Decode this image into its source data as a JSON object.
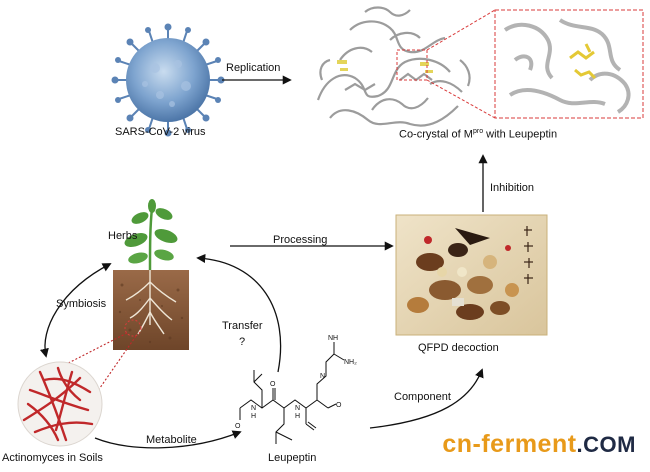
{
  "labels": {
    "virus": "SARS-CoV-2 virus",
    "replication": "Replication",
    "cocrystal_prefix": "Co-crystal of  M",
    "cocrystal_sup": "pro",
    "cocrystal_suffix": " with Leupeptin",
    "inhibition": "Inhibition",
    "herbs": "Herbs",
    "processing": "Processing",
    "symbiosis": "Symbiosis",
    "transfer": "Transfer",
    "question": "?",
    "qfpd": "QFPD decoction",
    "component": "Component",
    "actinomyces": "Actinomyces in Soils",
    "metabolite": "Metabolite",
    "leupeptin": "Leupeptin"
  },
  "watermark": {
    "part1": "cn-ferment",
    "part2": ".COM"
  },
  "colors": {
    "virus": "#6f95c4",
    "soil": "#8a5a3c",
    "plant": "#4f9a3a",
    "bacteria": "#c0282a",
    "zoom_box": "#d93b3b",
    "accent": "#e89a1a"
  },
  "chem": {
    "nh2": "NH₂",
    "nh": "NH",
    "h1": "H",
    "h2": "H",
    "o1": "O",
    "o2": "O",
    "o3": "O",
    "n1": "N",
    "n2": "N",
    "n3": "N"
  }
}
